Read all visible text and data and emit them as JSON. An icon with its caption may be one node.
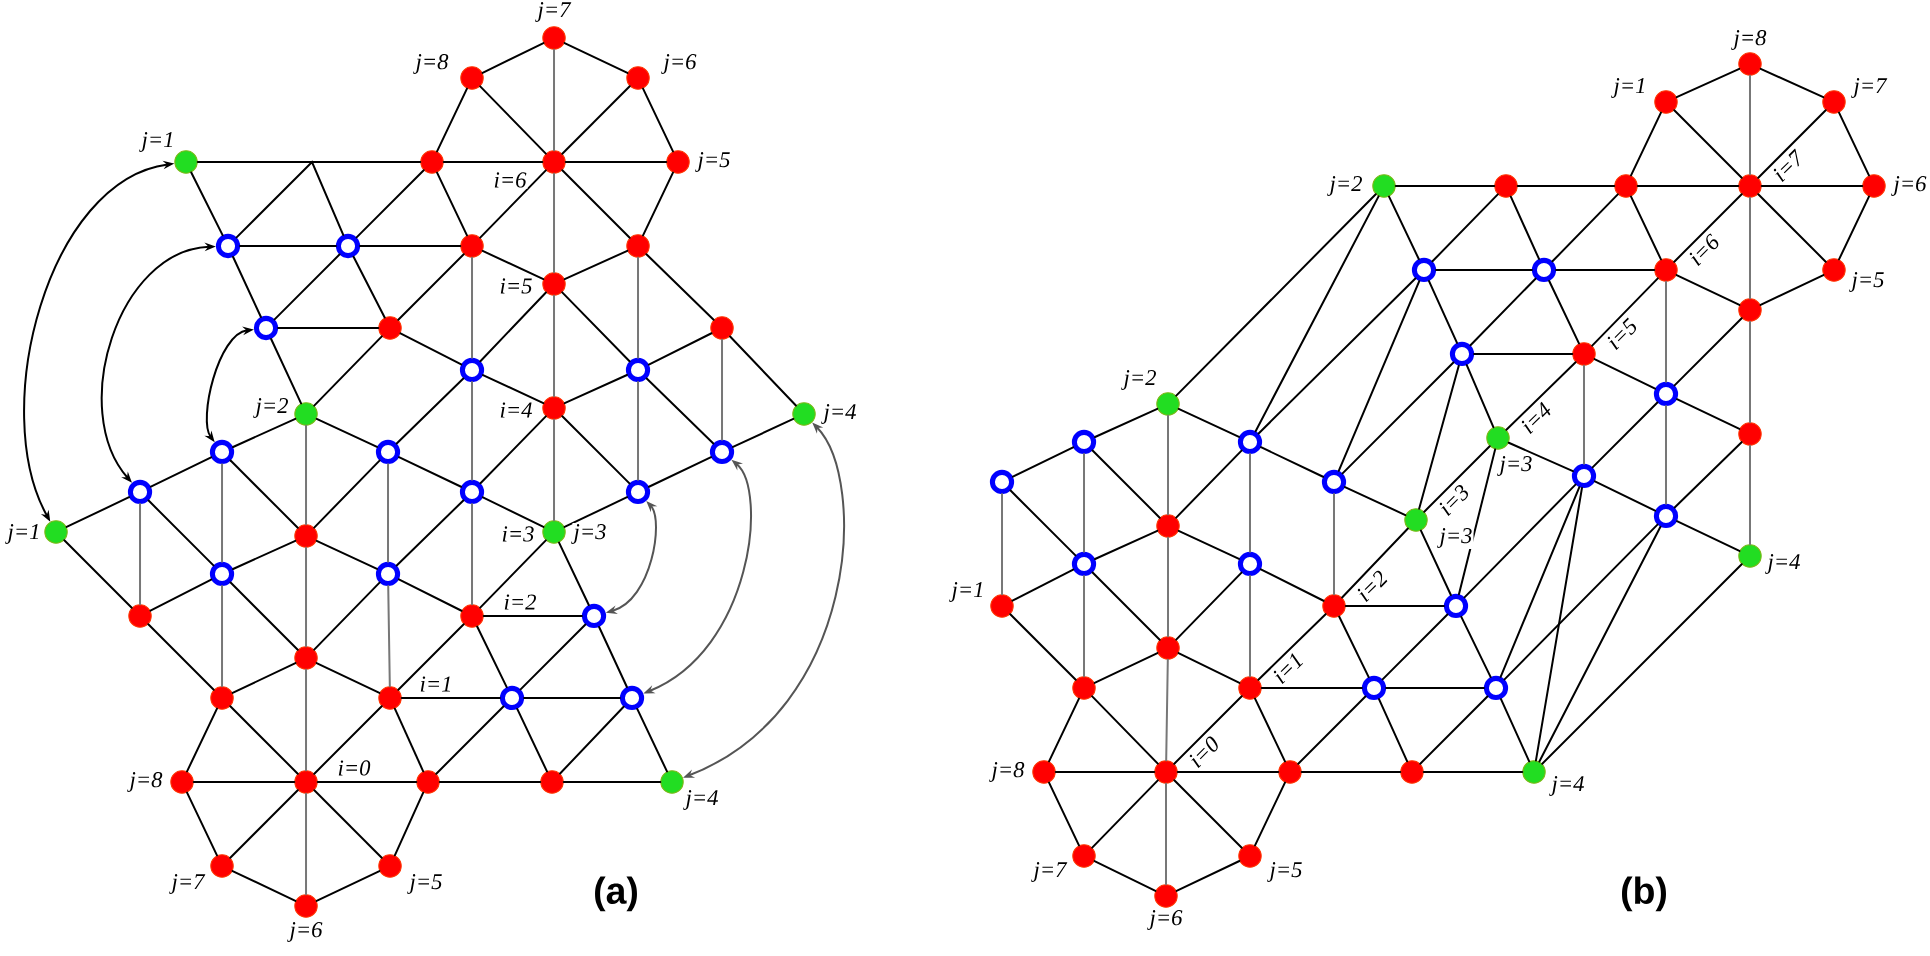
{
  "diagram": {
    "nodes": [
      {
        "text": [],
        "shape": "circle",
        "beside": [
          "j=7"
        ]
      },
      {
        "text": [],
        "shape": "circle",
        "beside": [
          "j=8"
        ]
      },
      {
        "text": [],
        "shape": "circle",
        "beside": [
          "j=6"
        ]
      },
      {
        "text": [],
        "shape": "circle",
        "beside": [
          "j=1"
        ]
      },
      {
        "text": [],
        "shape": "circle"
      },
      {
        "text": [],
        "shape": "circle",
        "beside": [
          "i=6"
        ]
      },
      {
        "text": [],
        "shape": "circle",
        "beside": [
          "j=5"
        ]
      },
      {
        "text": [],
        "shape": "ring"
      },
      {
        "text": [],
        "shape": "ring"
      },
      {
        "text": [],
        "shape": "circle"
      },
      {
        "text": [],
        "shape": "circle"
      },
      {
        "text": [],
        "shape": "circle",
        "beside": [
          "i=5"
        ]
      },
      {
        "text": [],
        "shape": "ring"
      },
      {
        "text": [],
        "shape": "circle"
      },
      {
        "text": [],
        "shape": "circle"
      },
      {
        "text": [],
        "shape": "ring"
      },
      {
        "text": [],
        "shape": "ring"
      },
      {
        "text": [],
        "shape": "circle",
        "beside": [
          "i=4"
        ]
      },
      {
        "text": [],
        "shape": "circle",
        "beside": [
          "j=2"
        ]
      },
      {
        "text": [],
        "shape": "circle",
        "beside": [
          "j=4"
        ]
      },
      {
        "text": [],
        "shape": "ring"
      },
      {
        "text": [],
        "shape": "ring"
      },
      {
        "text": [],
        "shape": "ring"
      },
      {
        "text": [],
        "shape": "ring"
      },
      {
        "text": [],
        "shape": "ring"
      },
      {
        "text": [],
        "shape": "ring"
      },
      {
        "text": [],
        "shape": "circle",
        "beside": [
          "j=1"
        ]
      },
      {
        "text": [],
        "shape": "circle"
      },
      {
        "text": [],
        "shape": "circle",
        "beside": [
          "i=3",
          "j=3"
        ]
      },
      {
        "text": [],
        "shape": "ring"
      },
      {
        "text": [],
        "shape": "ring"
      },
      {
        "text": [],
        "shape": "circle"
      },
      {
        "text": [],
        "shape": "circle",
        "beside": [
          "i=2"
        ]
      },
      {
        "text": [],
        "shape": "ring"
      },
      {
        "text": [],
        "shape": "circle"
      },
      {
        "text": [],
        "shape": "circle"
      },
      {
        "text": [],
        "shape": "circle",
        "beside": [
          "i=1"
        ]
      },
      {
        "text": [],
        "shape": "ring"
      },
      {
        "text": [],
        "shape": "ring"
      },
      {
        "text": [],
        "shape": "circle",
        "beside": [
          "j=8"
        ]
      },
      {
        "text": [],
        "shape": "circle",
        "beside": [
          "i=0"
        ]
      },
      {
        "text": [],
        "shape": "circle"
      },
      {
        "text": [],
        "shape": "circle"
      },
      {
        "text": [],
        "shape": "circle",
        "beside": [
          "j=4"
        ]
      },
      {
        "text": [],
        "shape": "circle",
        "beside": [
          "j=7"
        ]
      },
      {
        "text": [],
        "shape": "circle",
        "beside": [
          "j=5"
        ]
      },
      {
        "text": [],
        "shape": "circle",
        "beside": [
          "j=6"
        ]
      },
      {
        "text": [],
        "shape": "circle",
        "beside": [
          "j=8"
        ]
      },
      {
        "text": [],
        "shape": "circle",
        "beside": [
          "j=1"
        ]
      },
      {
        "text": [],
        "shape": "circle",
        "beside": [
          "j=7"
        ]
      },
      {
        "text": [],
        "shape": "circle",
        "beside": [
          "j=2"
        ]
      },
      {
        "text": [],
        "shape": "circle"
      },
      {
        "text": [],
        "shape": "circle"
      },
      {
        "text": [],
        "shape": "circle",
        "beside": [
          "i=7"
        ]
      },
      {
        "text": [],
        "shape": "circle",
        "beside": [
          "j=6"
        ]
      },
      {
        "text": [],
        "shape": "ring"
      },
      {
        "text": [],
        "shape": "ring"
      },
      {
        "text": [],
        "shape": "circle",
        "beside": [
          "i=6"
        ]
      },
      {
        "text": [],
        "shape": "circle",
        "beside": [
          "j=5"
        ]
      },
      {
        "text": [],
        "shape": "circle"
      },
      {
        "text": [],
        "shape": "ring"
      },
      {
        "text": [],
        "shape": "circle",
        "beside": [
          "i=5"
        ]
      },
      {
        "text": [],
        "shape": "ring"
      },
      {
        "text": [],
        "shape": "circle",
        "beside": [
          "j=2"
        ]
      },
      {
        "text": [],
        "shape": "circle"
      },
      {
        "text": [],
        "shape": "circle",
        "beside": [
          "i=4",
          "j=3"
        ]
      },
      {
        "text": [],
        "shape": "ring"
      },
      {
        "text": [],
        "shape": "ring"
      },
      {
        "text": [],
        "shape": "ring"
      },
      {
        "text": [],
        "shape": "ring"
      },
      {
        "text": [],
        "shape": "ring"
      },
      {
        "text": [],
        "shape": "ring"
      },
      {
        "text": [],
        "shape": "circle",
        "beside": [
          "i=3",
          "j=3"
        ]
      },
      {
        "text": [],
        "shape": "circle"
      },
      {
        "text": [],
        "shape": "circle",
        "beside": [
          "j=4"
        ]
      },
      {
        "text": [],
        "shape": "ring"
      },
      {
        "text": [],
        "shape": "ring"
      },
      {
        "text": [],
        "shape": "circle",
        "beside": [
          "j=1"
        ]
      },
      {
        "text": [],
        "shape": "circle",
        "beside": [
          "i=2"
        ]
      },
      {
        "text": [],
        "shape": "ring"
      },
      {
        "text": [],
        "shape": "circle"
      },
      {
        "text": [],
        "shape": "circle"
      },
      {
        "text": [],
        "shape": "circle",
        "beside": [
          "i=1"
        ]
      },
      {
        "text": [],
        "shape": "ring"
      },
      {
        "text": [],
        "shape": "ring"
      },
      {
        "text": [],
        "shape": "circle",
        "beside": [
          "j=8"
        ]
      },
      {
        "text": [],
        "shape": "circle",
        "beside": [
          "i=0"
        ]
      },
      {
        "text": [],
        "shape": "circle"
      },
      {
        "text": [],
        "shape": "circle"
      },
      {
        "text": [],
        "shape": "circle",
        "beside": [
          "j=4"
        ]
      },
      {
        "text": [],
        "shape": "circle",
        "beside": [
          "j=7"
        ]
      },
      {
        "text": [],
        "shape": "circle",
        "beside": [
          "j=5"
        ]
      },
      {
        "text": [],
        "shape": "circle",
        "beside": [
          "j=6"
        ]
      }
    ],
    "edges": [
      {
        "from": 5,
        "to": 0,
        "arrow": "none",
        "color": "#777777"
      },
      {
        "from": 5,
        "to": 1,
        "arrow": "none"
      },
      {
        "from": 5,
        "to": 2,
        "arrow": "none"
      },
      {
        "from": 5,
        "to": 4,
        "arrow": "none"
      },
      {
        "from": 5,
        "to": 6,
        "arrow": "none"
      },
      {
        "from": 5,
        "to": 9,
        "arrow": "none"
      },
      {
        "from": 5,
        "to": 10,
        "arrow": "none"
      },
      {
        "from": 5,
        "to": 11,
        "arrow": "none",
        "color": "#777777"
      },
      {
        "from": 0,
        "to": 1,
        "arrow": "none"
      },
      {
        "from": 0,
        "to": 2,
        "arrow": "none"
      },
      {
        "from": 1,
        "to": 4,
        "arrow": "none"
      },
      {
        "from": 2,
        "to": 6,
        "arrow": "none"
      },
      {
        "from": 4,
        "to": 9,
        "arrow": "none"
      },
      {
        "from": 6,
        "to": 10,
        "arrow": "none"
      },
      {
        "from": 9,
        "to": 11,
        "arrow": "none"
      },
      {
        "from": 10,
        "to": 11,
        "arrow": "none"
      },
      {
        "from": 3,
        "to": 4,
        "arrow": "none"
      },
      {
        "from": 3,
        "to": 7,
        "arrow": "none"
      },
      {
        "from": 7,
        "to": 8,
        "arrow": "none"
      },
      {
        "from": 7,
        "to": 8,
        "arrow": "none"
      },
      {
        "from": 8,
        "to": 9,
        "arrow": "none"
      },
      {
        "from": 8,
        "to": 4,
        "arrow": "none"
      },
      {
        "from": 7,
        "to": 12,
        "arrow": "none"
      },
      {
        "from": 8,
        "to": 12,
        "arrow": "none"
      },
      {
        "from": 8,
        "to": 13,
        "arrow": "none"
      },
      {
        "from": 9,
        "to": 13,
        "arrow": "none"
      },
      {
        "from": 9,
        "to": 15,
        "arrow": "none",
        "color": "#777777"
      },
      {
        "from": 12,
        "to": 13,
        "arrow": "none"
      },
      {
        "from": 12,
        "to": 18,
        "arrow": "none"
      },
      {
        "from": 13,
        "to": 18,
        "arrow": "none"
      },
      {
        "from": 13,
        "to": 15,
        "arrow": "none"
      },
      {
        "from": 11,
        "to": 15,
        "arrow": "none"
      },
      {
        "from": 11,
        "to": 16,
        "arrow": "none"
      },
      {
        "from": 11,
        "to": 17,
        "arrow": "none",
        "color": "#777777"
      },
      {
        "from": 10,
        "to": 16,
        "arrow": "none",
        "color": "#777777"
      },
      {
        "from": 10,
        "to": 14,
        "arrow": "none"
      },
      {
        "from": 14,
        "to": 16,
        "arrow": "none"
      },
      {
        "from": 14,
        "to": 19,
        "arrow": "none"
      },
      {
        "from": 14,
        "to": 22,
        "arrow": "none",
        "color": "#777777"
      },
      {
        "from": 15,
        "to": 17,
        "arrow": "none"
      },
      {
        "from": 16,
        "to": 17,
        "arrow": "none"
      },
      {
        "from": 15,
        "to": 21,
        "arrow": "none"
      },
      {
        "from": 15,
        "to": 24,
        "arrow": "none",
        "color": "#777777"
      },
      {
        "from": 16,
        "to": 22,
        "arrow": "none"
      },
      {
        "from": 16,
        "to": 25,
        "arrow": "none",
        "color": "#777777"
      },
      {
        "from": 17,
        "to": 24,
        "arrow": "none"
      },
      {
        "from": 17,
        "to": 25,
        "arrow": "none"
      },
      {
        "from": 17,
        "to": 28,
        "arrow": "none",
        "color": "#777777"
      },
      {
        "from": 18,
        "to": 20,
        "arrow": "none"
      },
      {
        "from": 18,
        "to": 21,
        "arrow": "none"
      },
      {
        "from": 18,
        "to": 27,
        "arrow": "none",
        "color": "#777777"
      },
      {
        "from": 19,
        "to": 22,
        "arrow": "none"
      },
      {
        "from": 20,
        "to": 23,
        "arrow": "none"
      },
      {
        "from": 20,
        "to": 27,
        "arrow": "none"
      },
      {
        "from": 20,
        "to": 29,
        "arrow": "none",
        "color": "#777777"
      },
      {
        "from": 21,
        "to": 27,
        "arrow": "none"
      },
      {
        "from": 21,
        "to": 24,
        "arrow": "none"
      },
      {
        "from": 21,
        "to": 30,
        "arrow": "none",
        "color": "#777777"
      },
      {
        "from": 22,
        "to": 25,
        "arrow": "none"
      },
      {
        "from": 23,
        "to": 26,
        "arrow": "none"
      },
      {
        "from": 23,
        "to": 29,
        "arrow": "none"
      },
      {
        "from": 23,
        "to": 31,
        "arrow": "none",
        "color": "#777777"
      },
      {
        "from": 24,
        "to": 28,
        "arrow": "none"
      },
      {
        "from": 24,
        "to": 30,
        "arrow": "none"
      },
      {
        "from": 24,
        "to": 32,
        "arrow": "none",
        "color": "#777777"
      },
      {
        "from": 25,
        "to": 28,
        "arrow": "none"
      },
      {
        "from": 26,
        "to": 31,
        "arrow": "none"
      },
      {
        "from": 27,
        "to": 29,
        "arrow": "none"
      },
      {
        "from": 27,
        "to": 30,
        "arrow": "none"
      },
      {
        "from": 27,
        "to": 34,
        "arrow": "none",
        "color": "#777777"
      },
      {
        "from": 28,
        "to": 32,
        "arrow": "none"
      },
      {
        "from": 28,
        "to": 33,
        "arrow": "none"
      },
      {
        "from": 29,
        "to": 31,
        "arrow": "none"
      },
      {
        "from": 29,
        "to": 34,
        "arrow": "none"
      },
      {
        "from": 29,
        "to": 35,
        "arrow": "none",
        "color": "#777777"
      },
      {
        "from": 30,
        "to": 34,
        "arrow": "none"
      },
      {
        "from": 30,
        "to": 32,
        "arrow": "none"
      },
      {
        "from": 30,
        "to": 36,
        "arrow": "none",
        "color": "#777777"
      },
      {
        "from": 31,
        "to": 35,
        "arrow": "none"
      },
      {
        "from": 32,
        "to": 33,
        "arrow": "none"
      },
      {
        "from": 32,
        "to": 36,
        "arrow": "none"
      },
      {
        "from": 32,
        "to": 37,
        "arrow": "none"
      },
      {
        "from": 33,
        "to": 37,
        "arrow": "none"
      },
      {
        "from": 33,
        "to": 38,
        "arrow": "none"
      },
      {
        "from": 34,
        "to": 35,
        "arrow": "none"
      },
      {
        "from": 34,
        "to": 36,
        "arrow": "none"
      },
      {
        "from": 34,
        "to": 40,
        "arrow": "none",
        "color": "#777777"
      },
      {
        "from": 35,
        "to": 39,
        "arrow": "none"
      },
      {
        "from": 35,
        "to": 40,
        "arrow": "none"
      },
      {
        "from": 36,
        "to": 40,
        "arrow": "none"
      },
      {
        "from": 36,
        "to": 41,
        "arrow": "none"
      },
      {
        "from": 36,
        "to": 37,
        "arrow": "none"
      },
      {
        "from": 37,
        "to": 38,
        "arrow": "none"
      },
      {
        "from": 37,
        "to": 41,
        "arrow": "none"
      },
      {
        "from": 37,
        "to": 42,
        "arrow": "none"
      },
      {
        "from": 38,
        "to": 42,
        "arrow": "none"
      },
      {
        "from": 38,
        "to": 43,
        "arrow": "none"
      },
      {
        "from": 39,
        "to": 40,
        "arrow": "none"
      },
      {
        "from": 40,
        "to": 41,
        "arrow": "none"
      },
      {
        "from": 41,
        "to": 42,
        "arrow": "none"
      },
      {
        "from": 42,
        "to": 43,
        "arrow": "none"
      },
      {
        "from": 40,
        "to": 44,
        "arrow": "none"
      },
      {
        "from": 40,
        "to": 45,
        "arrow": "none"
      },
      {
        "from": 40,
        "to": 46,
        "arrow": "none",
        "color": "#777777"
      },
      {
        "from": 39,
        "to": 44,
        "arrow": "none"
      },
      {
        "from": 41,
        "to": 45,
        "arrow": "none"
      },
      {
        "from": 44,
        "to": 46,
        "arrow": "none"
      },
      {
        "from": 45,
        "to": 46,
        "arrow": "none"
      },
      {
        "from": 3,
        "to": 26,
        "arrow": "both"
      },
      {
        "from": 7,
        "to": 23,
        "arrow": "both"
      },
      {
        "from": 12,
        "to": 20,
        "arrow": "both"
      },
      {
        "from": 19,
        "to": 43,
        "arrow": "both",
        "color": "#555555"
      },
      {
        "from": 22,
        "to": 38,
        "arrow": "both",
        "color": "#555555"
      },
      {
        "from": 25,
        "to": 33,
        "arrow": "both",
        "color": "#555555"
      },
      {
        "from": 53,
        "to": 47,
        "arrow": "none",
        "color": "#777777"
      },
      {
        "from": 53,
        "to": 48,
        "arrow": "none"
      },
      {
        "from": 53,
        "to": 49,
        "arrow": "none"
      },
      {
        "from": 53,
        "to": 52,
        "arrow": "none"
      },
      {
        "from": 53,
        "to": 54,
        "arrow": "none"
      },
      {
        "from": 53,
        "to": 57,
        "arrow": "none"
      },
      {
        "from": 53,
        "to": 58,
        "arrow": "none"
      },
      {
        "from": 53,
        "to": 59,
        "arrow": "none",
        "color": "#777777"
      },
      {
        "from": 47,
        "to": 48,
        "arrow": "none"
      },
      {
        "from": 47,
        "to": 49,
        "arrow": "none"
      },
      {
        "from": 48,
        "to": 52,
        "arrow": "none"
      },
      {
        "from": 49,
        "to": 54,
        "arrow": "none"
      },
      {
        "from": 52,
        "to": 57,
        "arrow": "none"
      },
      {
        "from": 54,
        "to": 58,
        "arrow": "none"
      },
      {
        "from": 57,
        "to": 59,
        "arrow": "none"
      },
      {
        "from": 58,
        "to": 59,
        "arrow": "none"
      },
      {
        "from": 50,
        "to": 51,
        "arrow": "none"
      },
      {
        "from": 51,
        "to": 52,
        "arrow": "none"
      },
      {
        "from": 50,
        "to": 55,
        "arrow": "none"
      },
      {
        "from": 51,
        "to": 55,
        "arrow": "none"
      },
      {
        "from": 51,
        "to": 56,
        "arrow": "none"
      },
      {
        "from": 52,
        "to": 56,
        "arrow": "none"
      },
      {
        "from": 55,
        "to": 56,
        "arrow": "none"
      },
      {
        "from": 56,
        "to": 57,
        "arrow": "none"
      },
      {
        "from": 50,
        "to": 63,
        "arrow": "none"
      },
      {
        "from": 50,
        "to": 67,
        "arrow": "none"
      },
      {
        "from": 55,
        "to": 67,
        "arrow": "none"
      },
      {
        "from": 55,
        "to": 70,
        "arrow": "none"
      },
      {
        "from": 55,
        "to": 60,
        "arrow": "none"
      },
      {
        "from": 56,
        "to": 60,
        "arrow": "none"
      },
      {
        "from": 56,
        "to": 61,
        "arrow": "none"
      },
      {
        "from": 57,
        "to": 61,
        "arrow": "none"
      },
      {
        "from": 57,
        "to": 62,
        "arrow": "none",
        "color": "#777777"
      },
      {
        "from": 59,
        "to": 62,
        "arrow": "none"
      },
      {
        "from": 59,
        "to": 64,
        "arrow": "none",
        "color": "#777777"
      },
      {
        "from": 60,
        "to": 61,
        "arrow": "none"
      },
      {
        "from": 60,
        "to": 65,
        "arrow": "none"
      },
      {
        "from": 60,
        "to": 70,
        "arrow": "none"
      },
      {
        "from": 60,
        "to": 72,
        "arrow": "none"
      },
      {
        "from": 61,
        "to": 65,
        "arrow": "none"
      },
      {
        "from": 61,
        "to": 68,
        "arrow": "none",
        "color": "#777777"
      },
      {
        "from": 61,
        "to": 62,
        "arrow": "none"
      },
      {
        "from": 62,
        "to": 64,
        "arrow": "none"
      },
      {
        "from": 62,
        "to": 68,
        "arrow": "none"
      },
      {
        "from": 62,
        "to": 71,
        "arrow": "none",
        "color": "#777777"
      },
      {
        "from": 64,
        "to": 71,
        "arrow": "none"
      },
      {
        "from": 64,
        "to": 74,
        "arrow": "none",
        "color": "#777777"
      },
      {
        "from": 63,
        "to": 66,
        "arrow": "none"
      },
      {
        "from": 63,
        "to": 67,
        "arrow": "none"
      },
      {
        "from": 63,
        "to": 73,
        "arrow": "none",
        "color": "#777777"
      },
      {
        "from": 65,
        "to": 68,
        "arrow": "none"
      },
      {
        "from": 65,
        "to": 79,
        "arrow": "none"
      },
      {
        "from": 65,
        "to": 72,
        "arrow": "none"
      },
      {
        "from": 66,
        "to": 69,
        "arrow": "none"
      },
      {
        "from": 66,
        "to": 73,
        "arrow": "none"
      },
      {
        "from": 66,
        "to": 75,
        "arrow": "none",
        "color": "#777777"
      },
      {
        "from": 67,
        "to": 73,
        "arrow": "none"
      },
      {
        "from": 67,
        "to": 70,
        "arrow": "none"
      },
      {
        "from": 67,
        "to": 76,
        "arrow": "none",
        "color": "#777777"
      },
      {
        "from": 68,
        "to": 71,
        "arrow": "none"
      },
      {
        "from": 68,
        "to": 79,
        "arrow": "none"
      },
      {
        "from": 68,
        "to": 84,
        "arrow": "none"
      },
      {
        "from": 68,
        "to": 89,
        "arrow": "none"
      },
      {
        "from": 69,
        "to": 75,
        "arrow": "none"
      },
      {
        "from": 69,
        "to": 77,
        "arrow": "none",
        "color": "#777777"
      },
      {
        "from": 70,
        "to": 72,
        "arrow": "none"
      },
      {
        "from": 70,
        "to": 78,
        "arrow": "none",
        "color": "#777777"
      },
      {
        "from": 71,
        "to": 74,
        "arrow": "none"
      },
      {
        "from": 71,
        "to": 84,
        "arrow": "none"
      },
      {
        "from": 71,
        "to": 89,
        "arrow": "none"
      },
      {
        "from": 72,
        "to": 78,
        "arrow": "none"
      },
      {
        "from": 72,
        "to": 79,
        "arrow": "none"
      },
      {
        "from": 73,
        "to": 75,
        "arrow": "none"
      },
      {
        "from": 73,
        "to": 76,
        "arrow": "none"
      },
      {
        "from": 73,
        "to": 80,
        "arrow": "none",
        "color": "#777777"
      },
      {
        "from": 74,
        "to": 89,
        "arrow": "none"
      },
      {
        "from": 75,
        "to": 77,
        "arrow": "none"
      },
      {
        "from": 75,
        "to": 80,
        "arrow": "none"
      },
      {
        "from": 75,
        "to": 81,
        "arrow": "none",
        "color": "#777777"
      },
      {
        "from": 76,
        "to": 80,
        "arrow": "none"
      },
      {
        "from": 76,
        "to": 78,
        "arrow": "none"
      },
      {
        "from": 76,
        "to": 82,
        "arrow": "none",
        "color": "#777777"
      },
      {
        "from": 77,
        "to": 81,
        "arrow": "none"
      },
      {
        "from": 78,
        "to": 79,
        "arrow": "none"
      },
      {
        "from": 78,
        "to": 82,
        "arrow": "none"
      },
      {
        "from": 78,
        "to": 83,
        "arrow": "none"
      },
      {
        "from": 79,
        "to": 83,
        "arrow": "none"
      },
      {
        "from": 79,
        "to": 84,
        "arrow": "none"
      },
      {
        "from": 80,
        "to": 81,
        "arrow": "none"
      },
      {
        "from": 80,
        "to": 82,
        "arrow": "none"
      },
      {
        "from": 80,
        "to": 86,
        "arrow": "none",
        "color": "#777777"
      },
      {
        "from": 81,
        "to": 85,
        "arrow": "none"
      },
      {
        "from": 81,
        "to": 86,
        "arrow": "none"
      },
      {
        "from": 82,
        "to": 86,
        "arrow": "none"
      },
      {
        "from": 82,
        "to": 87,
        "arrow": "none"
      },
      {
        "from": 82,
        "to": 83,
        "arrow": "none"
      },
      {
        "from": 83,
        "to": 84,
        "arrow": "none"
      },
      {
        "from": 83,
        "to": 87,
        "arrow": "none"
      },
      {
        "from": 83,
        "to": 88,
        "arrow": "none"
      },
      {
        "from": 84,
        "to": 88,
        "arrow": "none"
      },
      {
        "from": 84,
        "to": 89,
        "arrow": "none"
      },
      {
        "from": 85,
        "to": 86,
        "arrow": "none"
      },
      {
        "from": 86,
        "to": 87,
        "arrow": "none"
      },
      {
        "from": 87,
        "to": 88,
        "arrow": "none"
      },
      {
        "from": 88,
        "to": 89,
        "arrow": "none"
      },
      {
        "from": 86,
        "to": 90,
        "arrow": "none"
      },
      {
        "from": 86,
        "to": 91,
        "arrow": "none"
      },
      {
        "from": 86,
        "to": 92,
        "arrow": "none",
        "color": "#777777"
      },
      {
        "from": 85,
        "to": 90,
        "arrow": "none"
      },
      {
        "from": 87,
        "to": 91,
        "arrow": "none"
      },
      {
        "from": 90,
        "to": 92,
        "arrow": "none"
      },
      {
        "from": 91,
        "to": 92,
        "arrow": "none"
      }
    ],
    "labels": [
      "(a)",
      "(b)"
    ]
  }
}
